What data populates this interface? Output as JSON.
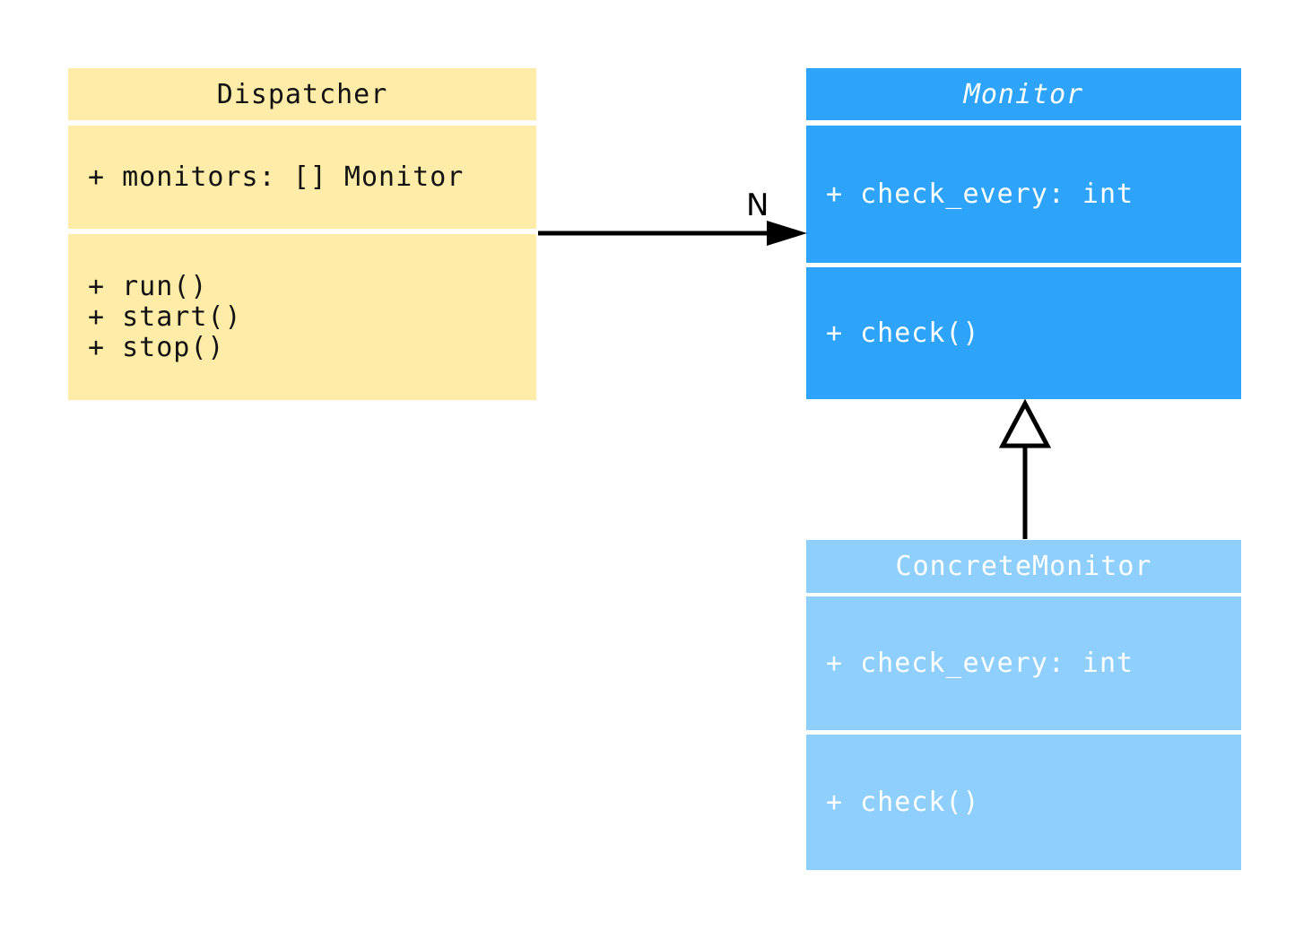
{
  "canvas": {
    "background_color": "#FFFFFF"
  },
  "diagram": {
    "type": "uml-class-diagram",
    "classes": {
      "dispatcher": {
        "name": "Dispatcher",
        "abstract": false,
        "fill_color": "#FFECA9",
        "text_color": "#121212",
        "attributes": [
          "+ monitors: [] Monitor"
        ],
        "methods": [
          "+ run()",
          "+ start()",
          "+ stop()"
        ]
      },
      "monitor": {
        "name": "Monitor",
        "abstract": true,
        "fill_color": "#2EA3FA",
        "text_color": "#FFFFFF",
        "attributes": [
          "+ check_every: int"
        ],
        "methods": [
          "+ check()"
        ]
      },
      "concrete_monitor": {
        "name": "ConcreteMonitor",
        "abstract": false,
        "fill_color": "#8ECFFD",
        "text_color": "#FFFFFF",
        "attributes": [
          "+ check_every: int"
        ],
        "methods": [
          "+ check()"
        ]
      }
    },
    "relations": {
      "dispatcher_to_monitor": {
        "type": "association",
        "from": "Dispatcher",
        "to": "Monitor",
        "label": "N",
        "line_color": "#000000"
      },
      "concrete_to_monitor": {
        "type": "inheritance",
        "from": "ConcreteMonitor",
        "to": "Monitor",
        "label": "",
        "line_color": "#000000"
      }
    }
  }
}
